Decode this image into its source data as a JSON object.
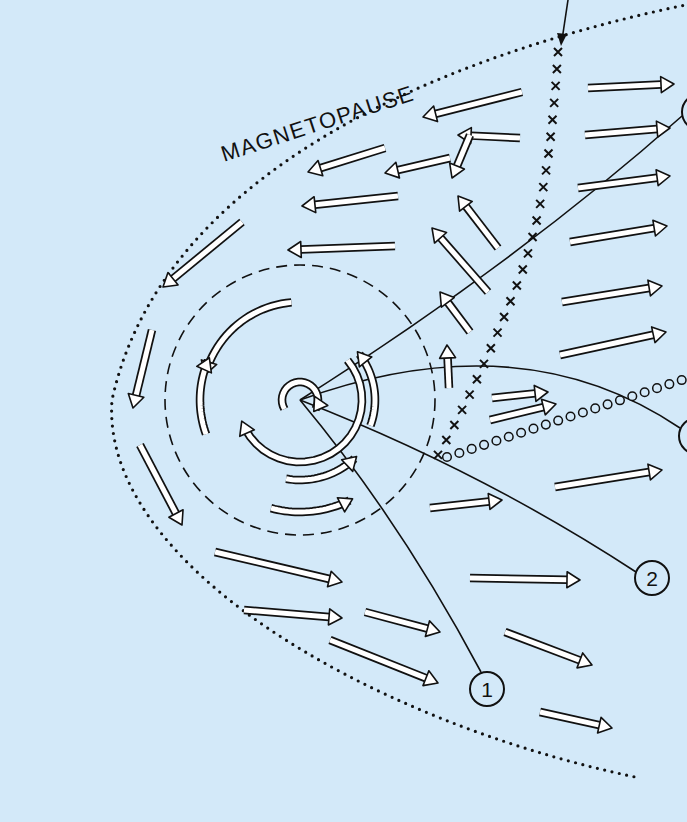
{
  "diagram": {
    "nodes": [
      {
        "text": [
          "2"
        ]
      },
      {
        "text": [
          "1"
        ]
      }
    ],
    "labels": [
      "MAGNETOPAUSE"
    ]
  }
}
